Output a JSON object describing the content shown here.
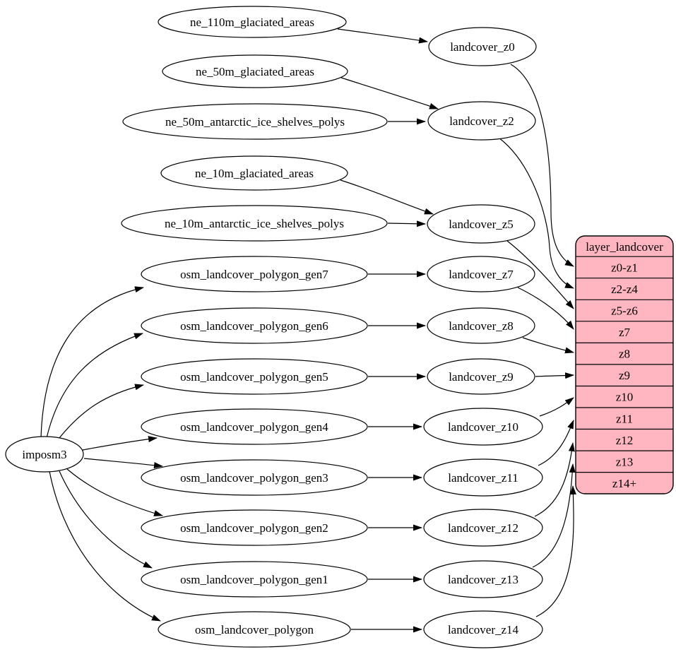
{
  "colors": {
    "background": "#ffffff",
    "node_fill": "#ffffff",
    "node_stroke": "#000000",
    "edge": "#000000",
    "text": "#000000",
    "table_fill": "#ffb6c1"
  },
  "node_labels": {
    "imposm3": "imposm3",
    "ne_110m_glaciated_areas": "ne_110m_glaciated_areas",
    "ne_50m_glaciated_areas": "ne_50m_glaciated_areas",
    "ne_50m_antarctic_ice_shelves_polys": "ne_50m_antarctic_ice_shelves_polys",
    "ne_10m_glaciated_areas": "ne_10m_glaciated_areas",
    "ne_10m_antarctic_ice_shelves_polys": "ne_10m_antarctic_ice_shelves_polys",
    "osm_landcover_polygon_gen7": "osm_landcover_polygon_gen7",
    "osm_landcover_polygon_gen6": "osm_landcover_polygon_gen6",
    "osm_landcover_polygon_gen5": "osm_landcover_polygon_gen5",
    "osm_landcover_polygon_gen4": "osm_landcover_polygon_gen4",
    "osm_landcover_polygon_gen3": "osm_landcover_polygon_gen3",
    "osm_landcover_polygon_gen2": "osm_landcover_polygon_gen2",
    "osm_landcover_polygon_gen1": "osm_landcover_polygon_gen1",
    "osm_landcover_polygon": "osm_landcover_polygon",
    "landcover_z0": "landcover_z0",
    "landcover_z2": "landcover_z2",
    "landcover_z5": "landcover_z5",
    "landcover_z7": "landcover_z7",
    "landcover_z8": "landcover_z8",
    "landcover_z9": "landcover_z9",
    "landcover_z10": "landcover_z10",
    "landcover_z11": "landcover_z11",
    "landcover_z12": "landcover_z12",
    "landcover_z13": "landcover_z13",
    "landcover_z14": "landcover_z14"
  },
  "table": {
    "title": "layer_landcover",
    "rows": [
      "z0-z1",
      "z2-z4",
      "z5-z6",
      "z7",
      "z8",
      "z9",
      "z10",
      "z11",
      "z12",
      "z13",
      "z14+"
    ]
  },
  "edges": [
    {
      "from": "imposm3",
      "to": "osm_landcover_polygon_gen7"
    },
    {
      "from": "imposm3",
      "to": "osm_landcover_polygon_gen6"
    },
    {
      "from": "imposm3",
      "to": "osm_landcover_polygon_gen5"
    },
    {
      "from": "imposm3",
      "to": "osm_landcover_polygon_gen4"
    },
    {
      "from": "imposm3",
      "to": "osm_landcover_polygon_gen3"
    },
    {
      "from": "imposm3",
      "to": "osm_landcover_polygon_gen2"
    },
    {
      "from": "imposm3",
      "to": "osm_landcover_polygon_gen1"
    },
    {
      "from": "imposm3",
      "to": "osm_landcover_polygon"
    },
    {
      "from": "ne_110m_glaciated_areas",
      "to": "landcover_z0"
    },
    {
      "from": "ne_50m_glaciated_areas",
      "to": "landcover_z2"
    },
    {
      "from": "ne_50m_antarctic_ice_shelves_polys",
      "to": "landcover_z2"
    },
    {
      "from": "ne_10m_glaciated_areas",
      "to": "landcover_z5"
    },
    {
      "from": "ne_10m_antarctic_ice_shelves_polys",
      "to": "landcover_z5"
    },
    {
      "from": "osm_landcover_polygon_gen7",
      "to": "landcover_z7"
    },
    {
      "from": "osm_landcover_polygon_gen6",
      "to": "landcover_z8"
    },
    {
      "from": "osm_landcover_polygon_gen5",
      "to": "landcover_z9"
    },
    {
      "from": "osm_landcover_polygon_gen4",
      "to": "landcover_z10"
    },
    {
      "from": "osm_landcover_polygon_gen3",
      "to": "landcover_z11"
    },
    {
      "from": "osm_landcover_polygon_gen2",
      "to": "landcover_z12"
    },
    {
      "from": "osm_landcover_polygon_gen1",
      "to": "landcover_z13"
    },
    {
      "from": "osm_landcover_polygon",
      "to": "landcover_z14"
    },
    {
      "from": "landcover_z0",
      "to": "layer_landcover:z0-z1"
    },
    {
      "from": "landcover_z2",
      "to": "layer_landcover:z2-z4"
    },
    {
      "from": "landcover_z5",
      "to": "layer_landcover:z5-z6"
    },
    {
      "from": "landcover_z7",
      "to": "layer_landcover:z7"
    },
    {
      "from": "landcover_z8",
      "to": "layer_landcover:z8"
    },
    {
      "from": "landcover_z9",
      "to": "layer_landcover:z9"
    },
    {
      "from": "landcover_z10",
      "to": "layer_landcover:z10"
    },
    {
      "from": "landcover_z11",
      "to": "layer_landcover:z11"
    },
    {
      "from": "landcover_z12",
      "to": "layer_landcover:z12"
    },
    {
      "from": "landcover_z13",
      "to": "layer_landcover:z13"
    },
    {
      "from": "landcover_z14",
      "to": "layer_landcover:z14+"
    }
  ]
}
